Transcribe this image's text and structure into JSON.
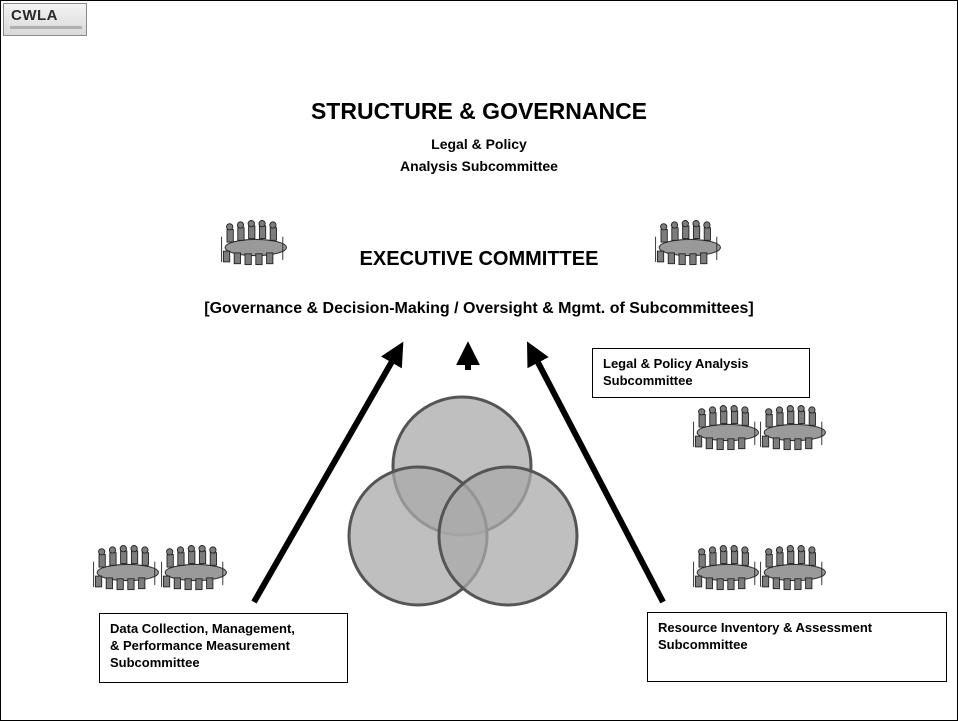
{
  "logo": {
    "text": "CWLA"
  },
  "title": "STRUCTURE & GOVERNANCE",
  "subtitle_line1": "Legal  & Policy",
  "subtitle_line2": "Analysis Subcommittee",
  "executive_committee": "EXECUTIVE COMMITTEE",
  "governance_line": "[Governance & Decision-Making  /  Oversight & Mgmt. of  Subcommittees]",
  "subcommittees": {
    "legal": {
      "line1": "Legal & Policy Analysis",
      "line2": "Subcommittee"
    },
    "data": {
      "line1": "Data Collection, Management,",
      "line2": "& Performance Measurement",
      "line3": "Subcommittee"
    },
    "resource": {
      "line1": "Resource  Inventory & Assessment",
      "line2": "Subcommittee"
    }
  },
  "icons": [
    "meeting-table-icon"
  ],
  "colors": {
    "circle_fill": "#a9a9a9",
    "circle_stroke": "#555555",
    "arrow": "#000000"
  }
}
